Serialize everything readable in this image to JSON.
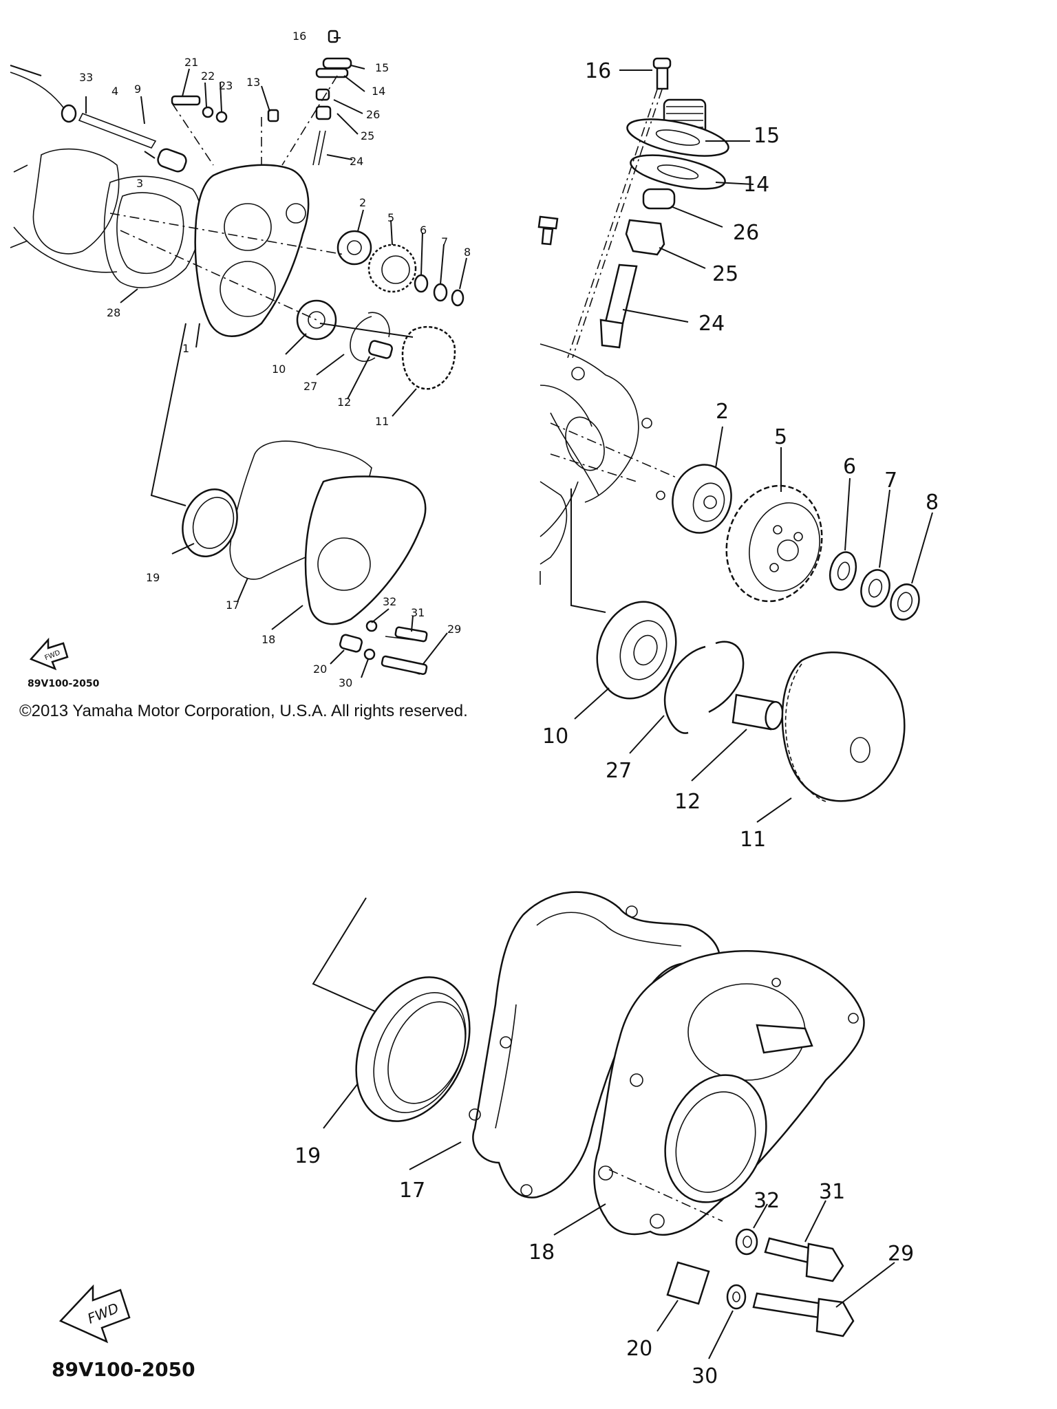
{
  "copyright": "©2013 Yamaha Motor Corporation, U.S.A. All rights reserved.",
  "diagram_code": "89V100-2050",
  "fwd_label": "FWD",
  "part_numbers": [
    "1",
    "2",
    "3",
    "4",
    "5",
    "6",
    "7",
    "8",
    "9",
    "10",
    "11",
    "12",
    "13",
    "14",
    "15",
    "16",
    "17",
    "18",
    "19",
    "20",
    "21",
    "22",
    "23",
    "24",
    "25",
    "26",
    "27",
    "28",
    "29",
    "30",
    "31",
    "32",
    "33"
  ],
  "detail_top_labels": [
    "16",
    "15",
    "14",
    "26",
    "25",
    "24",
    "2",
    "5",
    "6",
    "7",
    "8",
    "10",
    "27",
    "12",
    "11"
  ],
  "detail_bottom_labels": [
    "19",
    "17",
    "18",
    "32",
    "31",
    "29",
    "20",
    "30"
  ]
}
